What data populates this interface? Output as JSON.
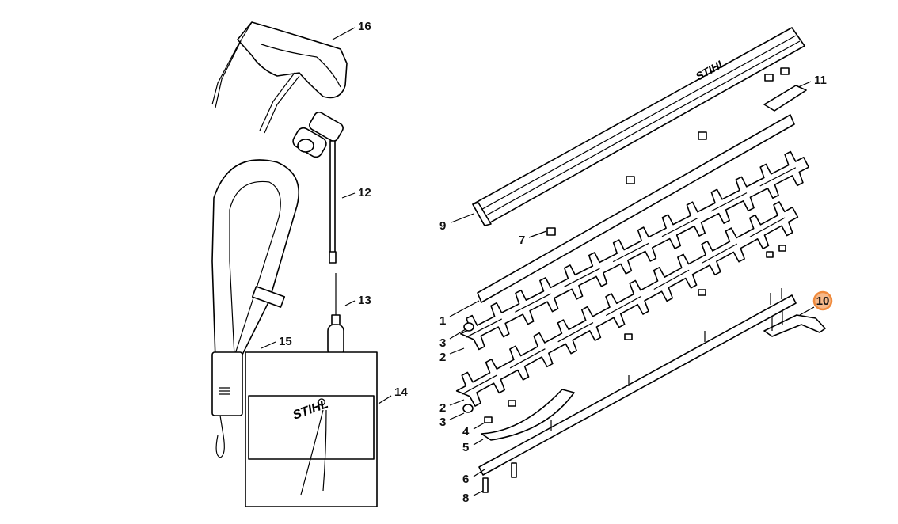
{
  "diagram": {
    "brand_text_bar": "STIHL",
    "brand_text_pouch": "STIHL",
    "highlight_color": "#f08a3c",
    "callouts": {
      "c16": "16",
      "c12": "12",
      "c13": "13",
      "c15": "15",
      "c14": "14",
      "c9": "9",
      "c7": "7",
      "c11": "11",
      "c1": "1",
      "c3a": "3",
      "c2a": "2",
      "c2b": "2",
      "c3b": "3",
      "c4": "4",
      "c5": "5",
      "c6": "6",
      "c8": "8",
      "c10": "10"
    },
    "highlighted_part": "10"
  }
}
